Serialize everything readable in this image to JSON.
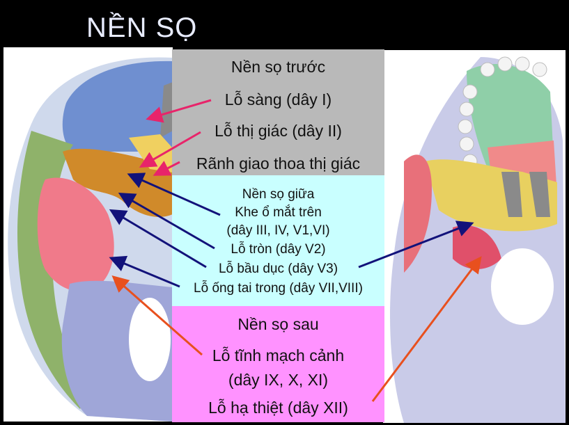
{
  "title": "NỀN SỌ",
  "anterior": {
    "heading": "Nền sọ trước",
    "items": [
      "Lỗ sàng (dây I)",
      "Lỗ thị giác (dây II)",
      "Rãnh giao thoa thị giác"
    ]
  },
  "middle": {
    "heading": "Nền sọ giữa",
    "items": [
      "Khe ổ mắt trên",
      "(dây III, IV, V1,VI)",
      "Lỗ tròn (dây V2)",
      "Lỗ bầu dục (dây V3)",
      "Lỗ ống tai trong (dây VII,VIII)"
    ]
  },
  "posterior": {
    "heading": "Nền sọ sau",
    "items": [
      "Lỗ tĩnh mạch cảnh",
      "(dây IX, X, XI)",
      "Lỗ hạ thiệt (dây XII)"
    ]
  },
  "colors": {
    "anterior_panel": "#b9b9b9",
    "middle_panel": "#c9ffff",
    "posterior_panel": "#ff92ff",
    "anterior_arrows": "#e8246a",
    "middle_arrows": "#12127a",
    "posterior_arrows": "#e8501e"
  }
}
